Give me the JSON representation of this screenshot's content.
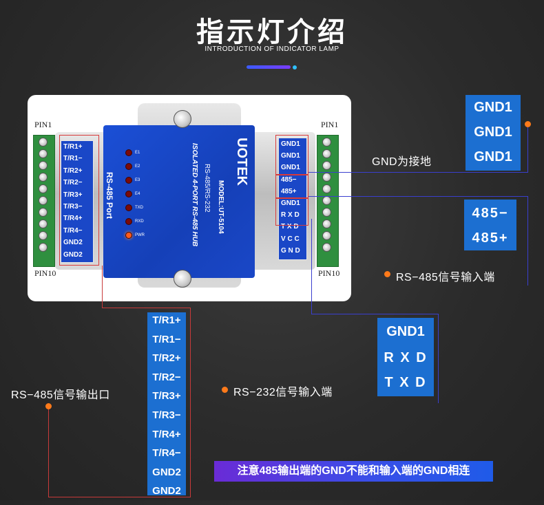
{
  "header": {
    "title": "指示灯介绍",
    "subtitle": "INTRODUCTION OF INDICATOR LAMP"
  },
  "photo": {
    "pin1_left": "PIN1",
    "pin10_left": "PIN10",
    "pin1_right": "PIN1",
    "pin10_right": "PIN10",
    "left_port_labels": [
      "T/R1+",
      "T/R1−",
      "T/R2+",
      "T/R2−",
      "T/R3+",
      "T/R3−",
      "T/R4+",
      "T/R4−",
      "GND2",
      "GND2"
    ],
    "right_port_labels": [
      "GND1",
      "GND1",
      "GND1",
      "485−",
      "485+",
      "GND1",
      "R X D",
      "T X D",
      "V C C",
      "G N D"
    ],
    "brand": "UOTEK",
    "model": "MODEL:UT-5104",
    "product_line1": "RS-485/RS-232",
    "product_line2": "ISOLATED 4-PORT RS-485 HUB",
    "port_label": "RS-485 Port",
    "led_labels": [
      "E1",
      "E2",
      "E3",
      "E4",
      "TXD",
      "RXD",
      "PWR"
    ]
  },
  "callouts": {
    "gnd_box": [
      "GND1",
      "GND1",
      "GND1"
    ],
    "gnd_label": "GND为接地",
    "rs485_in_box": [
      "485−",
      "485+"
    ],
    "rs485_in_label": "RS−485信号输入端",
    "rs232_box": [
      "GND1",
      "R X D",
      "T X D"
    ],
    "rs232_label": "RS−232信号输入端",
    "rs485_out_box": [
      "T/R1+",
      "T/R1−",
      "T/R2+",
      "T/R2−",
      "T/R3+",
      "T/R3−",
      "T/R4+",
      "T/R4−",
      "GND2",
      "GND2"
    ],
    "rs485_out_label": "RS−485信号输出口"
  },
  "warning": "注意485输出端的GND不能和输入端的GND相连",
  "colors": {
    "callout_blue": "#1c6fd1",
    "device_blue": "#1a47c7",
    "accent_orange": "#ff7a1a",
    "connector_red": "#c93a3a",
    "connector_blue": "#3a3fd0"
  }
}
